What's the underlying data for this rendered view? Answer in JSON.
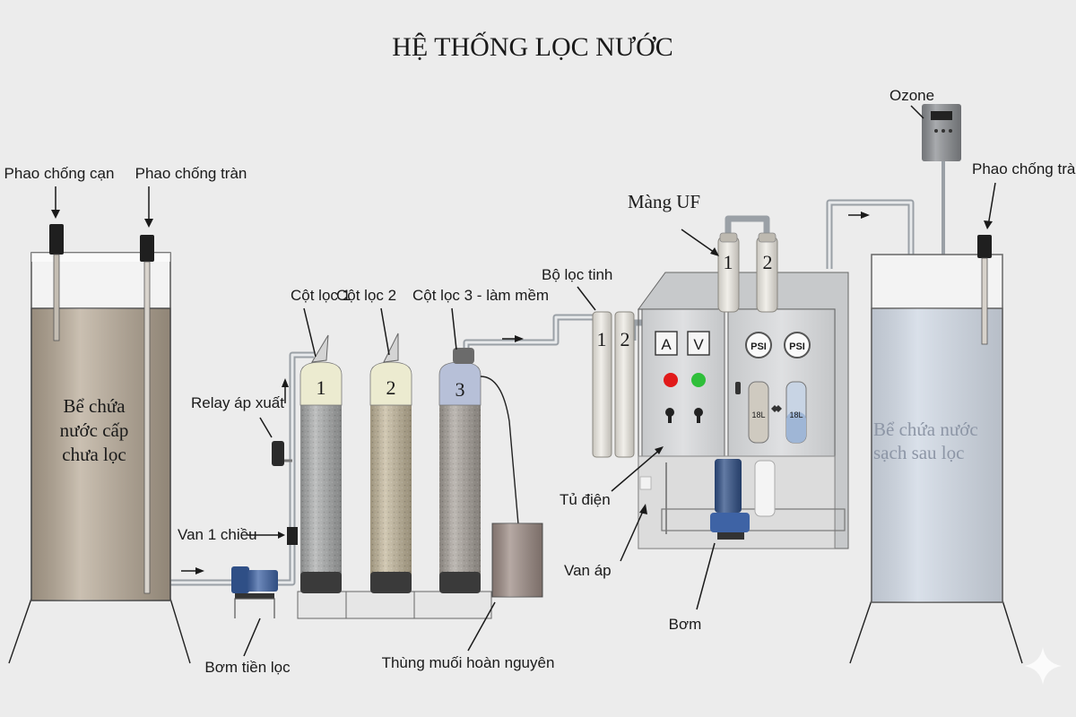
{
  "title": "HỆ THỐNG LỌC NƯỚC",
  "raw_tank": {
    "label_lines": [
      "Bể chứa",
      "nước cấp",
      "chưa lọc"
    ]
  },
  "clean_tank": {
    "label_lines": [
      "Bể chứa nước",
      "sạch sau lọc"
    ]
  },
  "labels": {
    "float_low": "Phao chống cạn",
    "float_high": "Phao chống tràn",
    "float_high_right": "Phao chống tràn",
    "relay": "Relay áp xuất",
    "check_valve": "Van 1 chiều",
    "prefilter_pump": "Bơm tiền lọc",
    "column_1": "Cột lọc 1",
    "column_2": "Cột lọc 2",
    "column_3": "Cột lọc 3 - làm mềm",
    "salt_tank": "Thùng muối hoàn nguyên",
    "fine_filter": "Bộ lọc tinh",
    "uf_membrane": "Màng UF",
    "ozone": "Ozone",
    "cabinet": "Tủ điện",
    "pressure_valve": "Van áp",
    "pump": "Bơm"
  },
  "column_numbers": [
    "1",
    "2",
    "3"
  ],
  "fine_filter_numbers": [
    "1",
    "2"
  ],
  "uf_numbers": [
    "1",
    "2"
  ],
  "gauges": {
    "ammeter": "A",
    "voltmeter": "V",
    "psi_1": "PSI",
    "psi_2": "PSI"
  },
  "housings": {
    "housing_1": "18L",
    "housing_2": "18L"
  },
  "colors": {
    "raw_water": "#b9ab98",
    "clean_water": "#d3dbe6",
    "column_1": "#a9abab",
    "column_2": "#c3b79b",
    "column_3": "#a8a29b",
    "pump": "#2f4f86",
    "indicator_red": "#e11a1a",
    "indicator_green": "#2fbf3a"
  }
}
